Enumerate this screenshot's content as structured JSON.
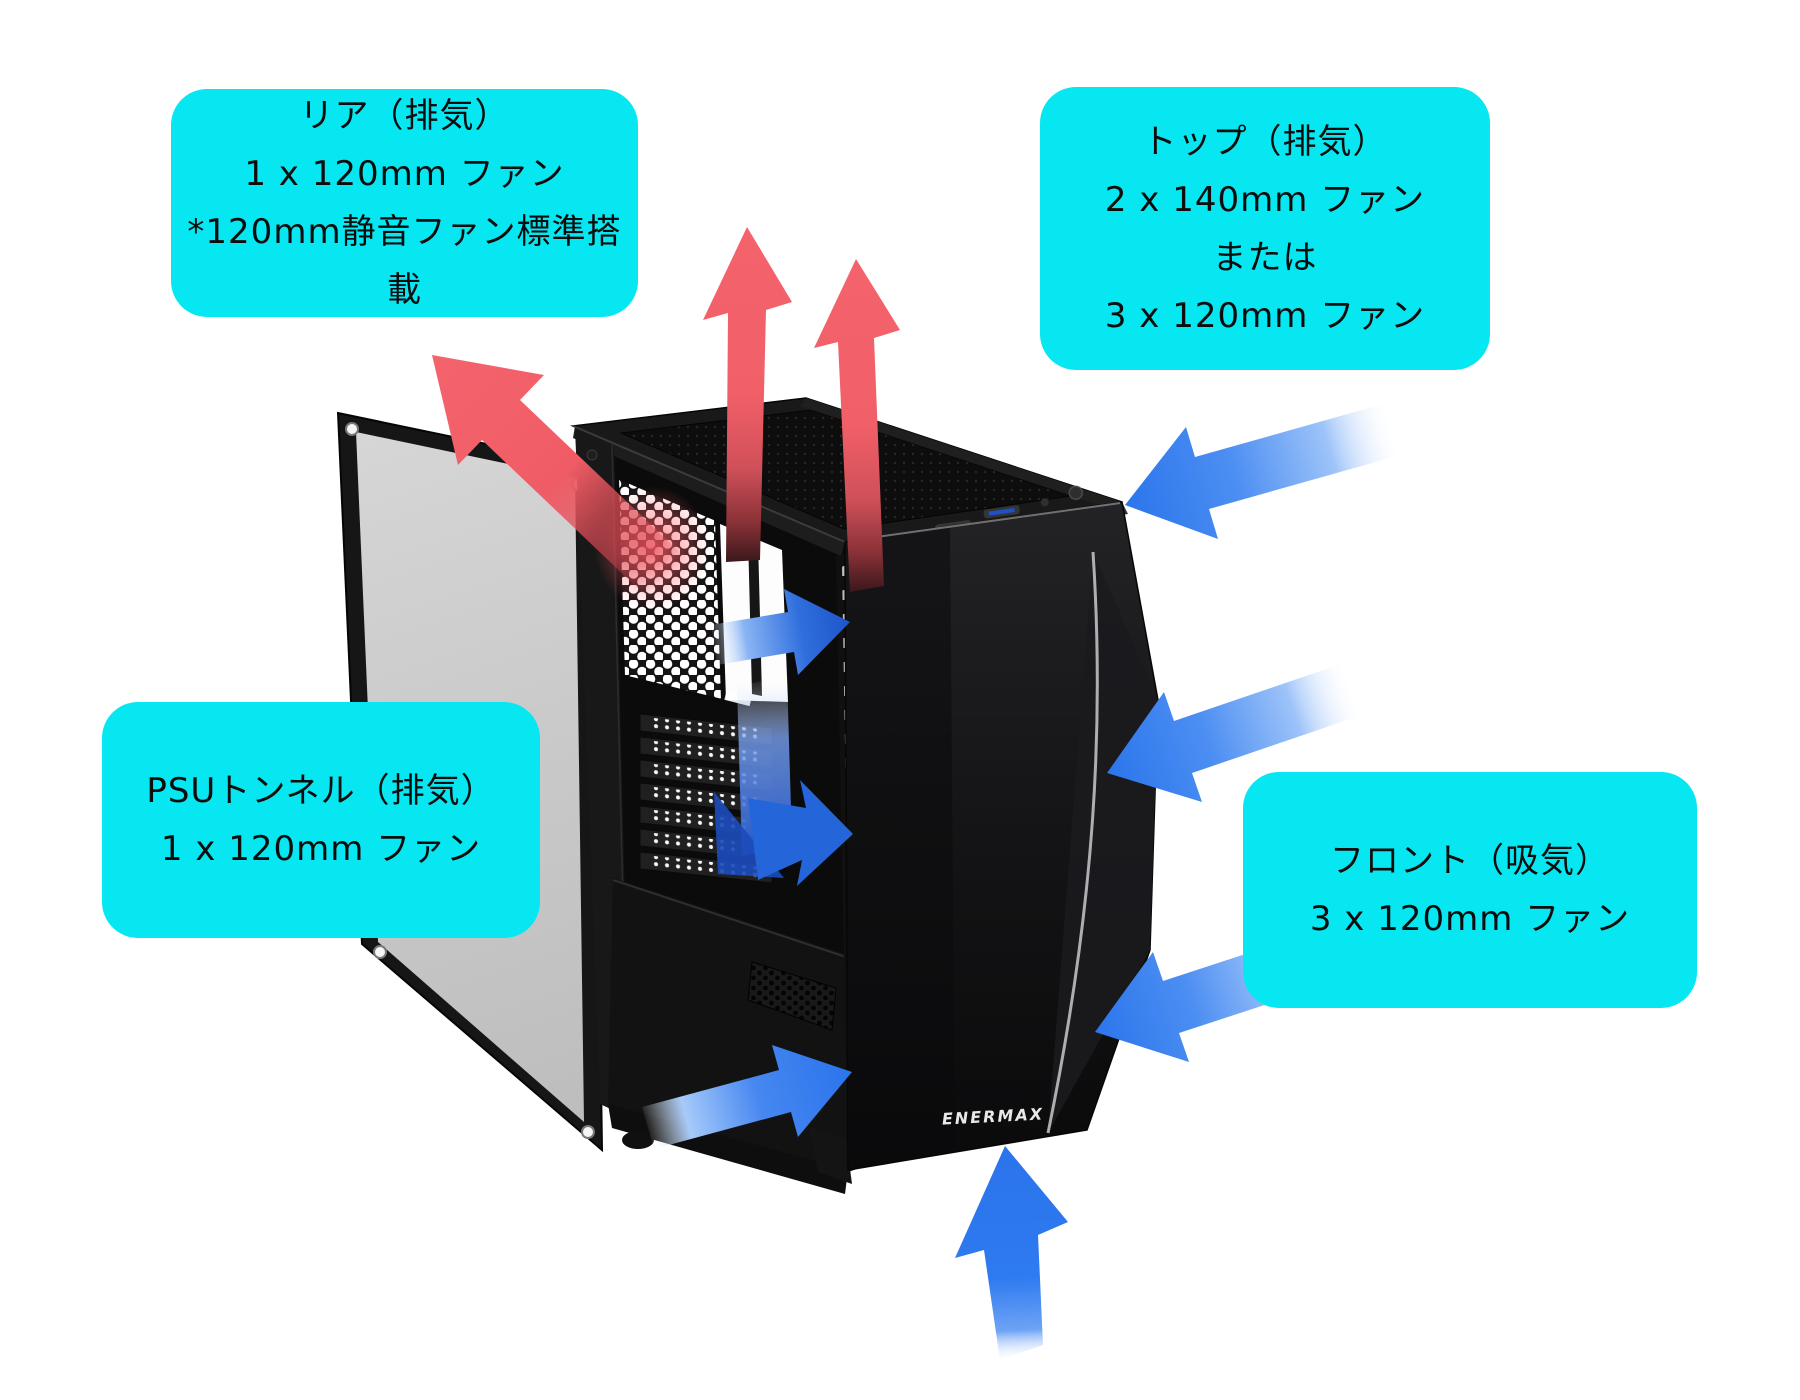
{
  "brand": {
    "logo": "ENERMAX"
  },
  "labels": {
    "rear": {
      "lines": [
        "リア（排気）",
        "1 x 120mm ファン",
        "*120mm静音ファン標準搭載"
      ]
    },
    "top": {
      "lines": [
        "トップ（排気）",
        "2 x 140mm ファン",
        "または",
        "3 x 120mm ファン"
      ]
    },
    "psu": {
      "lines": [
        "PSUトンネル（排気）",
        "1 x 120mm ファン"
      ]
    },
    "front": {
      "lines": [
        "フロント（吸気）",
        "3 x 120mm ファン"
      ]
    }
  },
  "airflow": {
    "arrows": [
      {
        "name": "rear-exhaust-arrow",
        "direction": "up-left",
        "color": "#f25f68"
      },
      {
        "name": "top-exhaust-arrow-1",
        "direction": "up",
        "color": "#f25f68"
      },
      {
        "name": "top-exhaust-arrow-2",
        "direction": "up",
        "color": "#f25f68"
      },
      {
        "name": "front-intake-arrow-top",
        "direction": "down-left",
        "color": "#2e7bee"
      },
      {
        "name": "front-intake-arrow-middle",
        "direction": "down-left",
        "color": "#2e7bee"
      },
      {
        "name": "front-intake-arrow-bottom",
        "direction": "down-left",
        "color": "#2e7bee"
      },
      {
        "name": "bottom-intake-arrow",
        "direction": "up",
        "color": "#2e7bee"
      },
      {
        "name": "psu-tunnel-intake-arrow",
        "direction": "up-right",
        "color": "#2e7bee"
      },
      {
        "name": "internal-flow-arrow-top",
        "direction": "right",
        "color": "#1d55c9"
      },
      {
        "name": "internal-flow-arrow-elbow",
        "direction": "down-right",
        "color": "#2465da"
      }
    ]
  },
  "colors": {
    "label_bg": "#07e7f2",
    "label_text": "#0d0d0d",
    "exhaust_red": "#f25f68",
    "intake_blue": "#2e7bee",
    "case_black": "#121212",
    "glass_gray": "#c9c9c9",
    "trim_silver": "#c9c9c9",
    "background": "#ffffff"
  }
}
